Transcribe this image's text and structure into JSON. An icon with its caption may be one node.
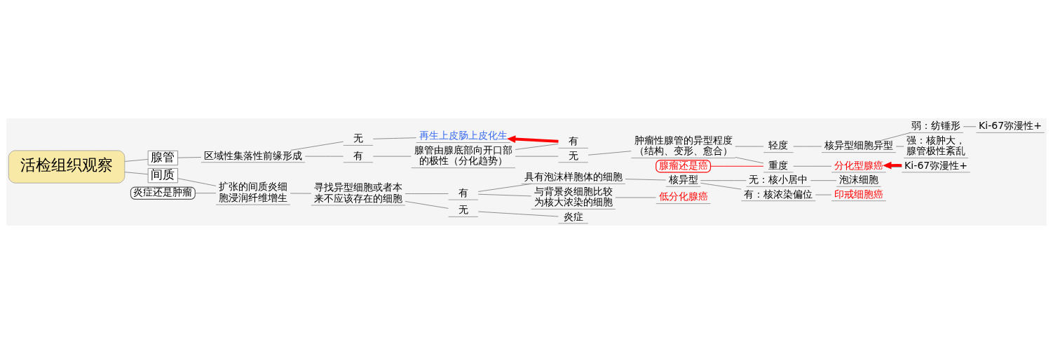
{
  "diagram": {
    "nodes": [
      {
        "text": [
          "活检组织观察"
        ]
      },
      {
        "text": [
          "腺管"
        ]
      },
      {
        "text": [
          "间质"
        ]
      },
      {
        "text": [
          "区域性集落性前缘形成"
        ]
      },
      {
        "text": [
          "有"
        ]
      },
      {
        "text": [
          "无"
        ]
      },
      {
        "text": [
          "腺管由腺底部向开口部的极性（分化趋势）"
        ]
      },
      {
        "text": [
          "再生上皮肠上皮化生"
        ]
      },
      {
        "text": [
          "无"
        ]
      },
      {
        "text": [
          "有"
        ]
      },
      {
        "text": [
          "肿瘤性腺管的异型程度（结构、变形、愈合）"
        ]
      },
      {
        "text": [
          "重度"
        ]
      },
      {
        "text": [
          "轻度"
        ]
      },
      {
        "text": [
          "分化型腺癌"
        ]
      },
      {
        "text": [
          "Ki-67弥漫性+"
        ]
      },
      {
        "text": [
          "核异型细胞异型"
        ]
      },
      {
        "text": [
          "强：核肿大，腺管极性紊乱"
        ]
      },
      {
        "text": [
          "弱：纺锤形"
        ]
      },
      {
        "text": [
          "Ki-67弥漫性+"
        ]
      },
      {
        "text": [
          "腺瘤还是癌"
        ]
      },
      {
        "text": [
          "扩张的间质炎细胞浸润纤维增生"
        ]
      },
      {
        "text": [
          "寻找异型细胞或者本来不应该存在的细胞"
        ]
      },
      {
        "text": [
          "有"
        ]
      },
      {
        "text": [
          "无"
        ]
      },
      {
        "text": [
          "与背景炎细胞比较为核大浓染的细胞"
        ]
      },
      {
        "text": [
          "低分化腺癌"
        ]
      },
      {
        "text": [
          "具有泡沫样胞体的细胞"
        ]
      },
      {
        "text": [
          "核异型"
        ]
      },
      {
        "text": [
          "有：核浓染偏位"
        ]
      },
      {
        "text": [
          "印戒细胞癌"
        ]
      },
      {
        "text": [
          "无：核小居中"
        ]
      },
      {
        "text": [
          "泡沫细胞"
        ]
      },
      {
        "text": [
          "炎症"
        ]
      },
      {
        "text": [
          "炎症还是肿瘤"
        ]
      }
    ],
    "edges": [
      {
        "from": 0,
        "to": 1,
        "arrow": "none"
      },
      {
        "from": 0,
        "to": 2,
        "arrow": "none"
      },
      {
        "from": 1,
        "to": 3,
        "arrow": "none"
      },
      {
        "from": 3,
        "to": 4,
        "arrow": "none"
      },
      {
        "from": 3,
        "to": 5,
        "arrow": "none"
      },
      {
        "from": 4,
        "to": 6,
        "arrow": "none"
      },
      {
        "from": 5,
        "to": 7,
        "arrow": "none"
      },
      {
        "from": 6,
        "to": 8,
        "arrow": "none"
      },
      {
        "from": 6,
        "to": 9,
        "arrow": "none"
      },
      {
        "from": 8,
        "to": 10,
        "arrow": "none"
      },
      {
        "from": 10,
        "to": 11,
        "arrow": "none"
      },
      {
        "from": 10,
        "to": 12,
        "arrow": "none"
      },
      {
        "from": 11,
        "to": 13,
        "arrow": "none"
      },
      {
        "from": 13,
        "to": 14,
        "arrow": "none"
      },
      {
        "from": 12,
        "to": 15,
        "arrow": "none"
      },
      {
        "from": 15,
        "to": 16,
        "arrow": "none"
      },
      {
        "from": 15,
        "to": 17,
        "arrow": "none"
      },
      {
        "from": 17,
        "to": 18,
        "arrow": "none"
      },
      {
        "from": 19,
        "to": 11,
        "arrow": "none",
        "color": "#ff0000"
      },
      {
        "from": 14,
        "to": 13,
        "arrow": "to",
        "style": "thick",
        "color": "#ff0000"
      },
      {
        "from": 9,
        "to": 7,
        "arrow": "to",
        "style": "thick",
        "color": "#ff0000"
      },
      {
        "from": 2,
        "to": 20,
        "arrow": "none"
      },
      {
        "from": 20,
        "to": 21,
        "arrow": "none"
      },
      {
        "from": 21,
        "to": 22,
        "arrow": "none"
      },
      {
        "from": 21,
        "to": 23,
        "arrow": "none"
      },
      {
        "from": 22,
        "to": 24,
        "arrow": "none"
      },
      {
        "from": 24,
        "to": 25,
        "arrow": "none"
      },
      {
        "from": 22,
        "to": 26,
        "arrow": "none"
      },
      {
        "from": 26,
        "to": 27,
        "arrow": "none"
      },
      {
        "from": 27,
        "to": 28,
        "arrow": "none"
      },
      {
        "from": 28,
        "to": 29,
        "arrow": "none"
      },
      {
        "from": 27,
        "to": 30,
        "arrow": "none"
      },
      {
        "from": 30,
        "to": 31,
        "arrow": "none"
      },
      {
        "from": 23,
        "to": 32,
        "arrow": "none"
      },
      {
        "from": 33,
        "to": 20,
        "arrow": "none"
      }
    ]
  }
}
